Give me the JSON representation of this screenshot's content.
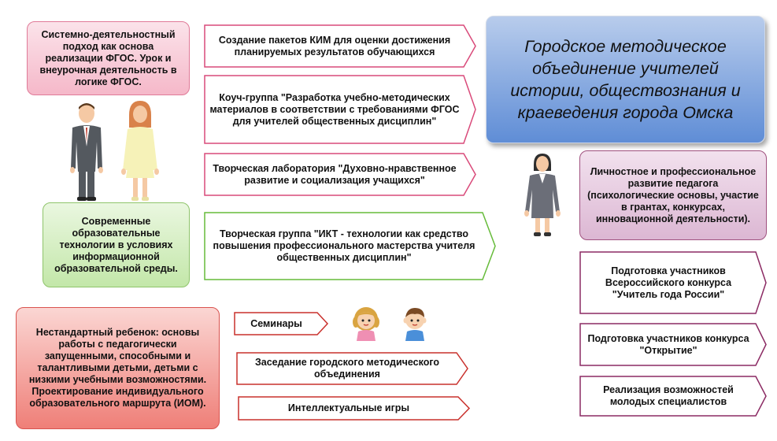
{
  "title": "Городское методическое объединение учителей истории, обществознания и краеведения города Омска",
  "left_boxes": {
    "fgos": "Системно-деятельностный подход как основа реализации ФГОС. Урок и внеурочная деятельность в логике ФГОС.",
    "tech": "Современные образовательные технологии в условиях информационной образовательной среды.",
    "child": "Нестандартный ребенок: основы работы с педагогически запущенными, способными и талантливыми детьми, детьми с низкими учебными возможностями. Проектирование индивидуального образовательного маршрута (ИОМ)."
  },
  "center_arrows": {
    "kim": "Создание пакетов КИМ для оценки достижения планируемых результатов обучающихся",
    "coach": "Коуч-группа \"Разработка учебно-методических материалов в соответствии с требованиями ФГОС для учителей общественных дисциплин\"",
    "lab": "Творческая лаборатория \"Духовно-нравственное развитие и социализация учащихся\"",
    "ikt": "Творческая группа \"ИКТ - технологии как средство повышения профессионального мастерства учителя общественных дисциплин\"",
    "seminars": "Семинары",
    "meeting": "Заседание городского методического объединения",
    "games": "Интеллектуальные игры"
  },
  "right_boxes": {
    "personal": "Личностное и профессиональное развитие педагога (психологические основы, участие в грантах, конкурсах, инновационной деятельности)."
  },
  "right_arrows": {
    "teacher_year": "Подготовка участников Всероссийского конкурса \"Учитель года России\"",
    "otkrytie": "Подготовка участников конкурса \"Открытие\"",
    "young": "Реализация возможностей молодых специалистов"
  },
  "colors": {
    "pink_border": "#e07a98",
    "green_border": "#7ec34f",
    "red_border": "#c9302c",
    "purple_border": "#8b2a63",
    "title_blue": "#5f8dd6"
  }
}
